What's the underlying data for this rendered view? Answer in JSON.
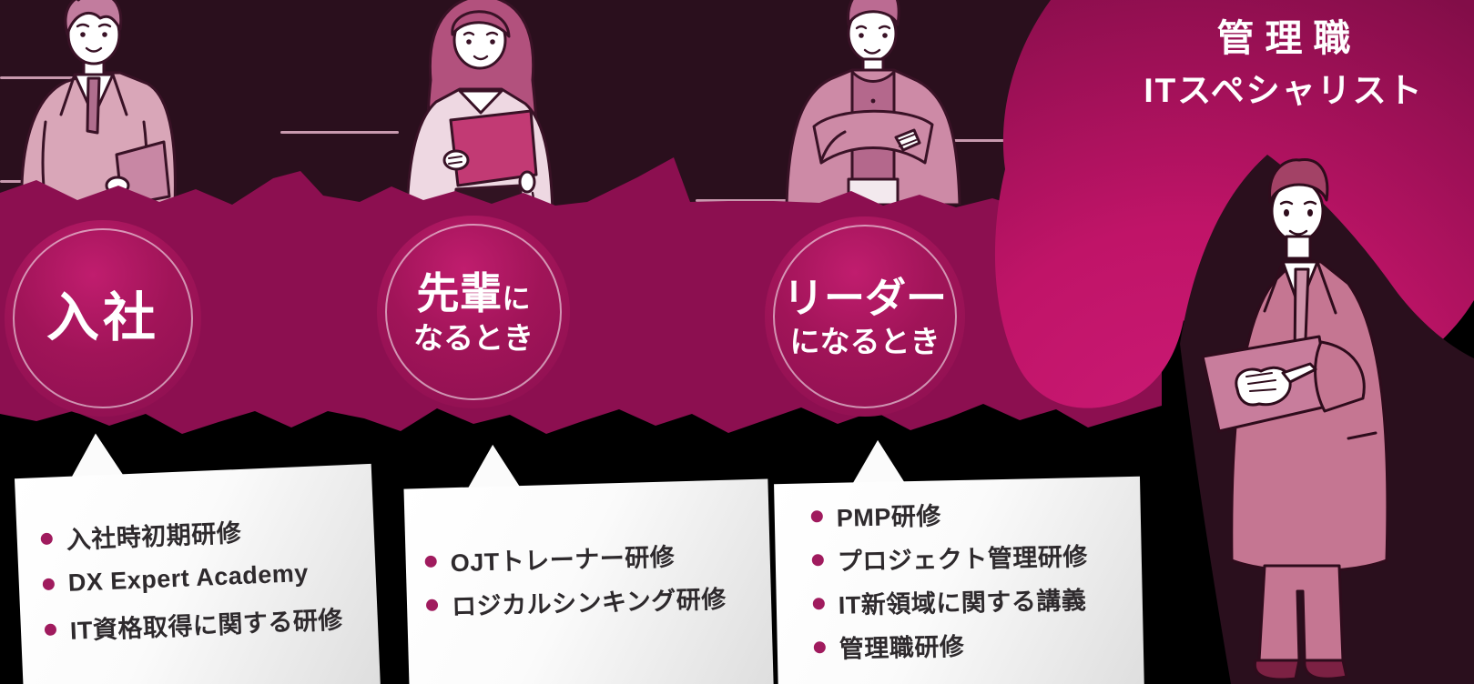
{
  "title": {
    "line1": "管理職",
    "line2": "ITスペシャリスト"
  },
  "stages": [
    {
      "name": "joining-company",
      "circle": {
        "main": "入社",
        "suffix": "",
        "sub": ""
      },
      "trainings": [
        "入社時初期研修",
        "DX Expert Academy",
        "IT資格取得に関する研修"
      ]
    },
    {
      "name": "becoming-senior",
      "circle": {
        "main": "先輩",
        "suffix": "に",
        "sub": "なるとき"
      },
      "trainings": [
        "OJTトレーナー研修",
        "ロジカルシンキング研修"
      ]
    },
    {
      "name": "becoming-leader",
      "circle": {
        "main": "リーダー",
        "suffix": "",
        "sub": "になるとき"
      },
      "trainings": [
        "PMP研修",
        "プロジェクト管理研修",
        "IT新領域に関する講義",
        "管理職研修"
      ]
    }
  ],
  "figures": {
    "figure1": "new employee",
    "figure2": "senior employee",
    "figure3": "team leader",
    "figure4": "manager / IT specialist"
  },
  "colors": {
    "background_top": "#2a0f1d",
    "background_bottom": "#000000",
    "band": "#8c0f50",
    "circle_highlight": "#c01d6e",
    "blob_bright": "#cc1a76",
    "blob_dark": "#820d48",
    "bullet_dot": "#a01b5e",
    "box_text": "#2e2a2d",
    "title_text": "#ffffff"
  }
}
